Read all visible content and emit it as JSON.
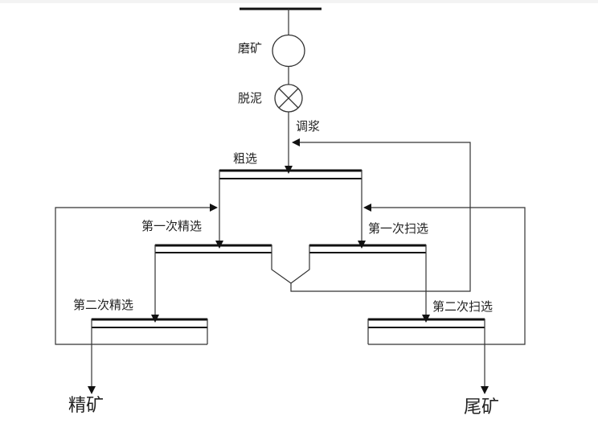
{
  "diagram": {
    "type": "flotation-flowsheet",
    "colors": {
      "line": "#333333",
      "thick": "#111111",
      "text": "#222222"
    },
    "steps": {
      "grinding": "磨矿",
      "desliming": "脱泥",
      "conditioning": "调浆",
      "roughing": "粗选",
      "cleaner1": "第一次精选",
      "scavenger1": "第一次扫选",
      "cleaner2": "第二次精选",
      "scavenger2": "第二次扫选"
    },
    "products": {
      "concentrate": "精矿",
      "tailings": "尾矿"
    }
  }
}
